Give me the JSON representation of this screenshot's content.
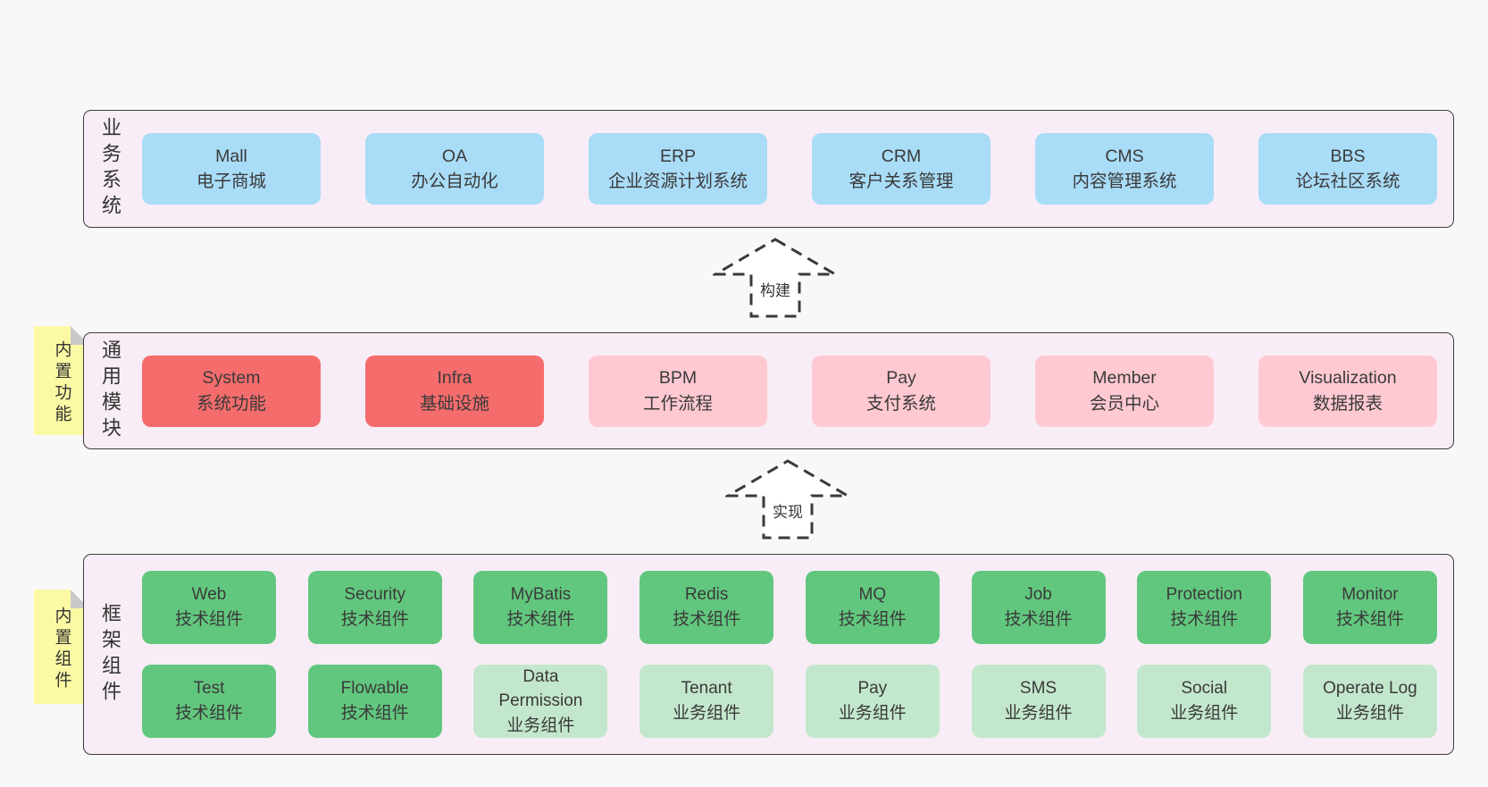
{
  "colors": {
    "page_bg": "#f8f8f8",
    "band_bg": "#f8edf6",
    "band_border": "#3c3c3c",
    "blue": "#a9dcf7",
    "red": "#f56c6c",
    "pink": "#ffc9d2",
    "green": "#62c77e",
    "green_light": "#c3e7cc",
    "tag_bg": "#fbf9a3",
    "tag_fold": "#c9c9c9",
    "text": "#363636"
  },
  "bands": [
    {
      "label": "业务系统",
      "rows": [
        [
          {
            "name": "Mall",
            "desc": "电子商城",
            "variant": "blue"
          },
          {
            "name": "OA",
            "desc": "办公自动化",
            "variant": "blue"
          },
          {
            "name": "ERP",
            "desc": "企业资源计划系统",
            "variant": "blue"
          },
          {
            "name": "CRM",
            "desc": "客户关系管理",
            "variant": "blue"
          },
          {
            "name": "CMS",
            "desc": "内容管理系统",
            "variant": "blue"
          },
          {
            "name": "BBS",
            "desc": "论坛社区系统",
            "variant": "blue"
          }
        ]
      ]
    },
    {
      "label": "通用模块",
      "tag": "内置功能",
      "rows": [
        [
          {
            "name": "System",
            "desc": "系统功能",
            "variant": "red"
          },
          {
            "name": "Infra",
            "desc": "基础设施",
            "variant": "red"
          },
          {
            "name": "BPM",
            "desc": "工作流程",
            "variant": "pink"
          },
          {
            "name": "Pay",
            "desc": "支付系统",
            "variant": "pink"
          },
          {
            "name": "Member",
            "desc": "会员中心",
            "variant": "pink"
          },
          {
            "name": "Visualization",
            "desc": "数据报表",
            "variant": "pink"
          }
        ]
      ]
    },
    {
      "label": "框架组件",
      "tag": "内置组件",
      "rows": [
        [
          {
            "name": "Web",
            "desc": "技术组件",
            "variant": "green"
          },
          {
            "name": "Security",
            "desc": "技术组件",
            "variant": "green"
          },
          {
            "name": "MyBatis",
            "desc": "技术组件",
            "variant": "green"
          },
          {
            "name": "Redis",
            "desc": "技术组件",
            "variant": "green"
          },
          {
            "name": "MQ",
            "desc": "技术组件",
            "variant": "green"
          },
          {
            "name": "Job",
            "desc": "技术组件",
            "variant": "green"
          },
          {
            "name": "Protection",
            "desc": "技术组件",
            "variant": "green"
          },
          {
            "name": "Monitor",
            "desc": "技术组件",
            "variant": "green"
          }
        ],
        [
          {
            "name": "Test",
            "desc": "技术组件",
            "variant": "green"
          },
          {
            "name": "Flowable",
            "desc": "技术组件",
            "variant": "green"
          },
          {
            "name": "Data Permission",
            "desc": "业务组件",
            "variant": "green-light"
          },
          {
            "name": "Tenant",
            "desc": "业务组件",
            "variant": "green-light"
          },
          {
            "name": "Pay",
            "desc": "业务组件",
            "variant": "green-light"
          },
          {
            "name": "SMS",
            "desc": "业务组件",
            "variant": "green-light"
          },
          {
            "name": "Social",
            "desc": "业务组件",
            "variant": "green-light"
          },
          {
            "name": "Operate Log",
            "desc": "业务组件",
            "variant": "green-light"
          }
        ]
      ]
    }
  ],
  "arrows": [
    {
      "label": "构建"
    },
    {
      "label": "实现"
    }
  ]
}
